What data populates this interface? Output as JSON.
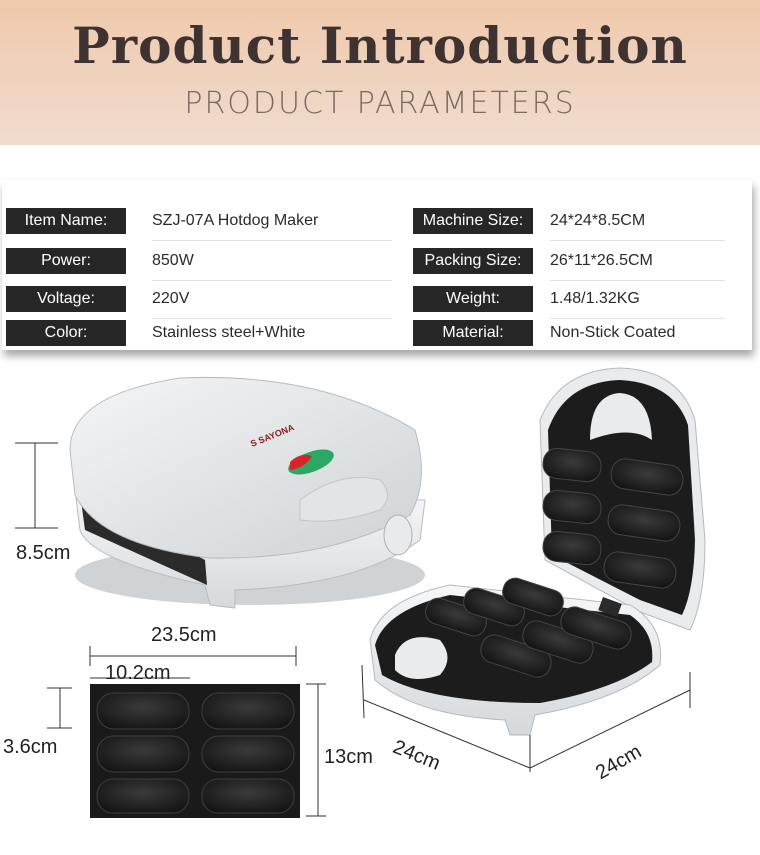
{
  "header": {
    "title": "Product Introduction",
    "subtitle": "PRODUCT PARAMETERS"
  },
  "params": {
    "item_name": {
      "label": "Item Name:",
      "value": "SZJ-07A Hotdog Maker"
    },
    "power": {
      "label": "Power:",
      "value": "850W"
    },
    "voltage": {
      "label": "Voltage:",
      "value": "220V"
    },
    "color": {
      "label": "Color:",
      "value": "Stainless steel+White"
    },
    "machine_size": {
      "label": "Machine Size:",
      "value": "24*24*8.5CM"
    },
    "packing_size": {
      "label": "Packing Size:",
      "value": "26*11*26.5CM"
    },
    "weight": {
      "label": "Weight:",
      "value": "1.48/1.32KG"
    },
    "material": {
      "label": "Material:",
      "value": "Non-Stick Coated"
    }
  },
  "dimensions": {
    "height": "8.5cm",
    "plate_width": "23.5cm",
    "mold_width": "10.2cm",
    "mold_height": "3.6cm",
    "plate_depth": "13cm",
    "base_depth": "24cm",
    "base_width": "24cm"
  },
  "brand": {
    "logo_text": "SAYONA"
  },
  "colors": {
    "banner": "#f1c9ab",
    "label_bg": "#262626",
    "body_white": "#eceeef",
    "plate_black": "#1d1d1d"
  }
}
